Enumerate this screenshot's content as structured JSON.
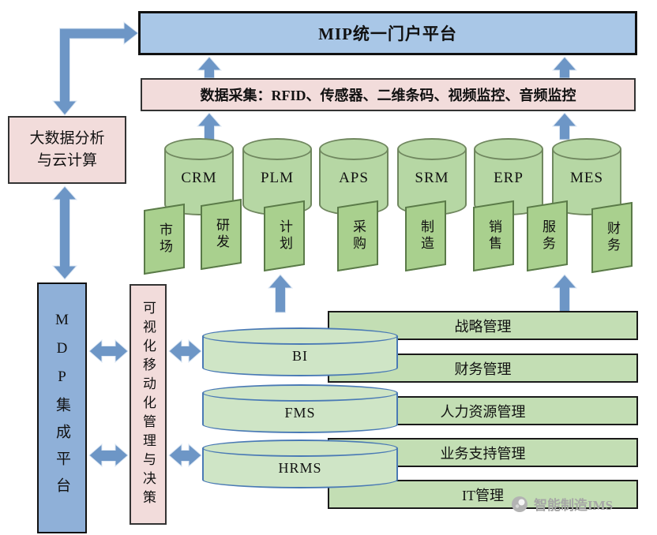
{
  "colors": {
    "blue_box": "#a9c7e7",
    "mdp_blue": "#8fb0d8",
    "pink_box": "#f2dcdb",
    "green_cylinder": "#b6d7a4",
    "green_platform_cylinder": "#cfe5c6",
    "green_box": "#c3deb4",
    "arrow_blue": "#6d96c6"
  },
  "portal": {
    "title": "MIP统一门户平台"
  },
  "data_collection": {
    "label": "数据采集：RFID、传感器、二维条码、视频监控、音频监控"
  },
  "big_data": {
    "line1": "大数据分析",
    "line2": "与云计算"
  },
  "mdp": {
    "label": "MDP集成平台"
  },
  "visual_mgmt": {
    "label": "可视化移动化管理与决策"
  },
  "systems": [
    "CRM",
    "PLM",
    "APS",
    "SRM",
    "ERP",
    "MES"
  ],
  "processes": [
    "市场",
    "研发",
    "计划",
    "采购",
    "制造",
    "销售",
    "服务",
    "财务"
  ],
  "platforms": [
    "BI",
    "FMS",
    "HRMS"
  ],
  "management": [
    "战略管理",
    "财务管理",
    "人力资源管理",
    "业务支持管理",
    "IT管理"
  ],
  "watermark": {
    "label": "智能制造IMS"
  }
}
